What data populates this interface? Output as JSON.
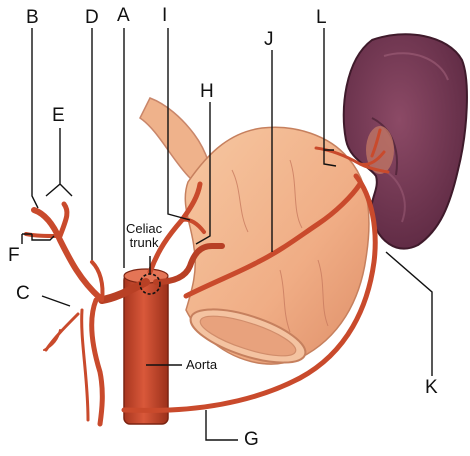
{
  "labels": {
    "A": "A",
    "B": "B",
    "C": "C",
    "D": "D",
    "E": "E",
    "F": "F",
    "G": "G",
    "H": "H",
    "I": "I",
    "J": "J",
    "K": "K",
    "L": "L"
  },
  "annotations": {
    "celiac_line1": "Celiac",
    "celiac_line2": "trunk",
    "aorta": "Aorta"
  },
  "colors": {
    "artery": "#c94a2c",
    "artery_dark": "#8e2c18",
    "stomach": "#f2b48c",
    "stomach_shade": "#e39670",
    "spleen": "#7a3a55",
    "spleen_dark": "#4e2034",
    "leader": "#111111"
  }
}
